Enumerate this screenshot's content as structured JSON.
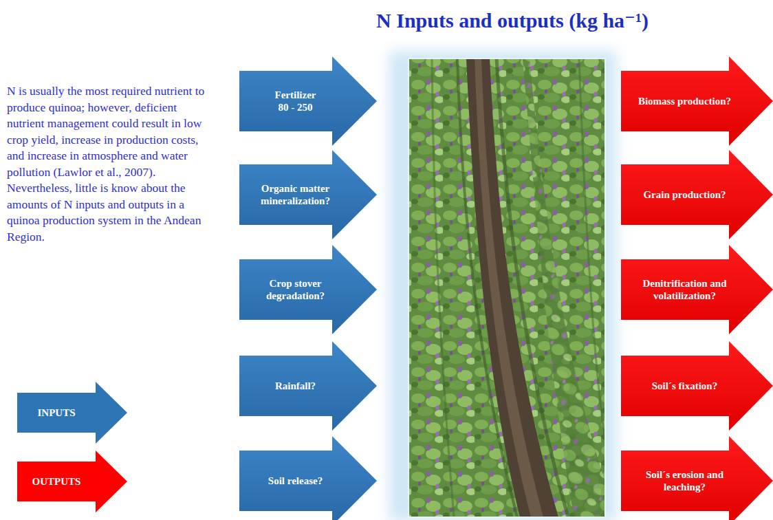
{
  "diagram": {
    "title": "N Inputs and outputs (kg ha⁻¹)",
    "nodes": [
      {
        "text": [
          "Fertilizer",
          "80 - 250"
        ]
      },
      {
        "text": [
          "Organic matter mineralization?"
        ]
      },
      {
        "text": [
          "Crop stover degradation?"
        ]
      },
      {
        "text": [
          "Rainfall?"
        ]
      },
      {
        "text": [
          "Soil release?"
        ]
      },
      {
        "text": [
          "Biomass production?"
        ]
      },
      {
        "text": [
          "Grain production?"
        ]
      },
      {
        "text": [
          "Denitrification and volatilization?"
        ]
      },
      {
        "text": [
          "Soil´s fixation?"
        ]
      },
      {
        "text": [
          "Soil´s erosion and leaching?"
        ]
      }
    ],
    "labels": [
      "N is usually the most required nutrient to produce quinoa; however, deficient nutrient management could result in low crop yield, increase in production costs, and increase in atmosphere and water pollution (Lawlor et al., 2007). Nevertheless, little is know about the amounts of N inputs and outputs in a quinoa production system in the Andean Region."
    ],
    "legend": [
      {
        "text": "INPUTS",
        "color": "#2e75b6"
      },
      {
        "text": "OUTPUTS",
        "color": "#ff0000"
      }
    ]
  }
}
